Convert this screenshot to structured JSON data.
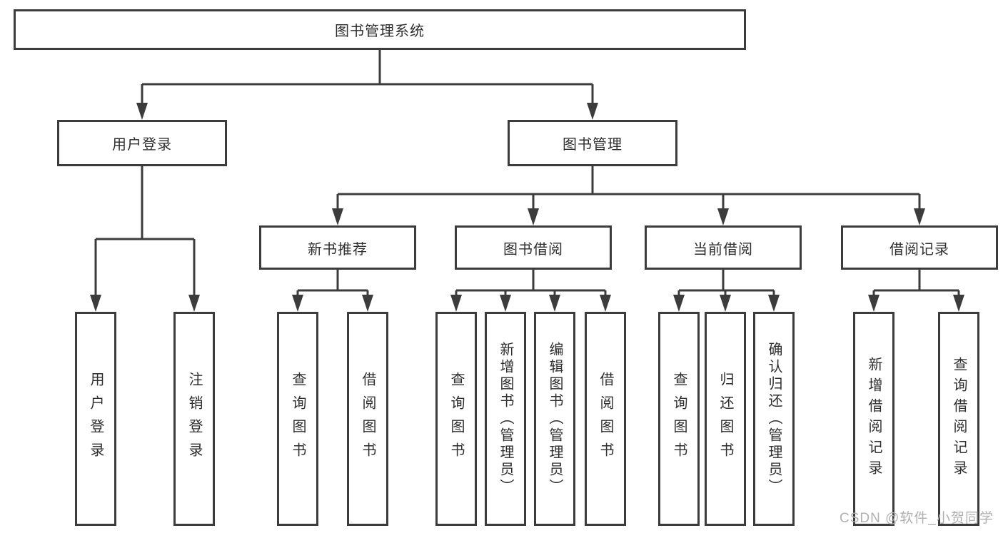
{
  "watermark": "CSDN @软件_小贺同学",
  "colors": {
    "line": "#3c3c3c",
    "border": "#3c3c3c",
    "text": "#2e2e2e",
    "watermark": "#b0b0b0",
    "background": "#ffffff"
  },
  "tree": {
    "root": "图书管理系统",
    "branches": [
      {
        "label": "用户登录",
        "children": [
          "用户登录",
          "注销登录"
        ]
      },
      {
        "label": "图书管理",
        "groups": [
          {
            "label": "新书推荐",
            "children": [
              "查询图书",
              "借阅图书"
            ]
          },
          {
            "label": "图书借阅",
            "children": [
              "查询图书",
              "新增图书（管理员）",
              "编辑图书（管理员）",
              "借阅图书"
            ]
          },
          {
            "label": "当前借阅",
            "children": [
              "查询图书",
              "归还图书",
              "确认归还（管理员）"
            ]
          },
          {
            "label": "借阅记录",
            "children": [
              "新增借阅记录",
              "查询借阅记录"
            ]
          }
        ]
      }
    ]
  }
}
